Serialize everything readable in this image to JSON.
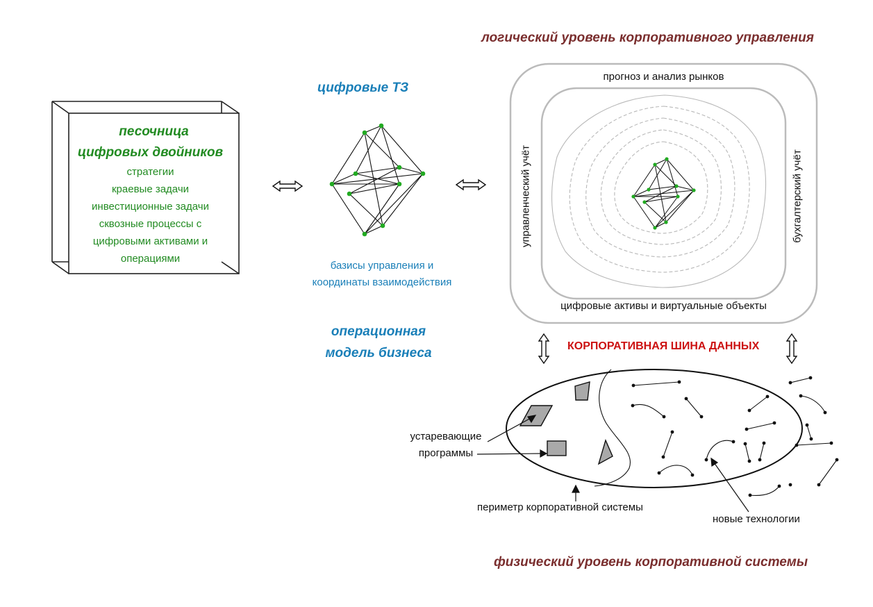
{
  "titles": {
    "logical_level": "логический уровень корпоративного управления",
    "physical_level": "физический уровень корпоративной системы",
    "digital_tz": "цифровые ТЗ",
    "operational_model_line1": "операционная",
    "operational_model_line2": "модель бизнеса"
  },
  "sandbox": {
    "title_line1": "песочница",
    "title_line2": "цифровых двойников",
    "items": [
      "стратегии",
      "краевые задачи",
      "инвестиционные задачи",
      "сквозные процессы с",
      "цифровыми активами и",
      "операциями"
    ]
  },
  "bases": {
    "line1": "базисы управления и",
    "line2": "координаты взаимодействия"
  },
  "logic_box": {
    "top": "прогноз и анализ рынков",
    "left": "управленческий учёт",
    "right": "бухгалтерский учёт",
    "bottom": "цифровые активы и виртуальные объекты"
  },
  "bus_label": "КОРПОРАТИВНАЯ ШИНА ДАННЫХ",
  "physical": {
    "legacy_line1": "устаревающие",
    "legacy_line2": "программы",
    "perimeter": "периметр корпоративной системы",
    "new_tech": "новые технологии"
  },
  "colors": {
    "brown": "#7a2e2e",
    "blue": "#1a7fb8",
    "green": "#228b22",
    "red": "#cc1111",
    "node_green": "#22aa22"
  },
  "icons": {
    "double_arrow_h": "left-right-arrow-icon",
    "double_arrow_v": "up-down-arrow-icon"
  }
}
